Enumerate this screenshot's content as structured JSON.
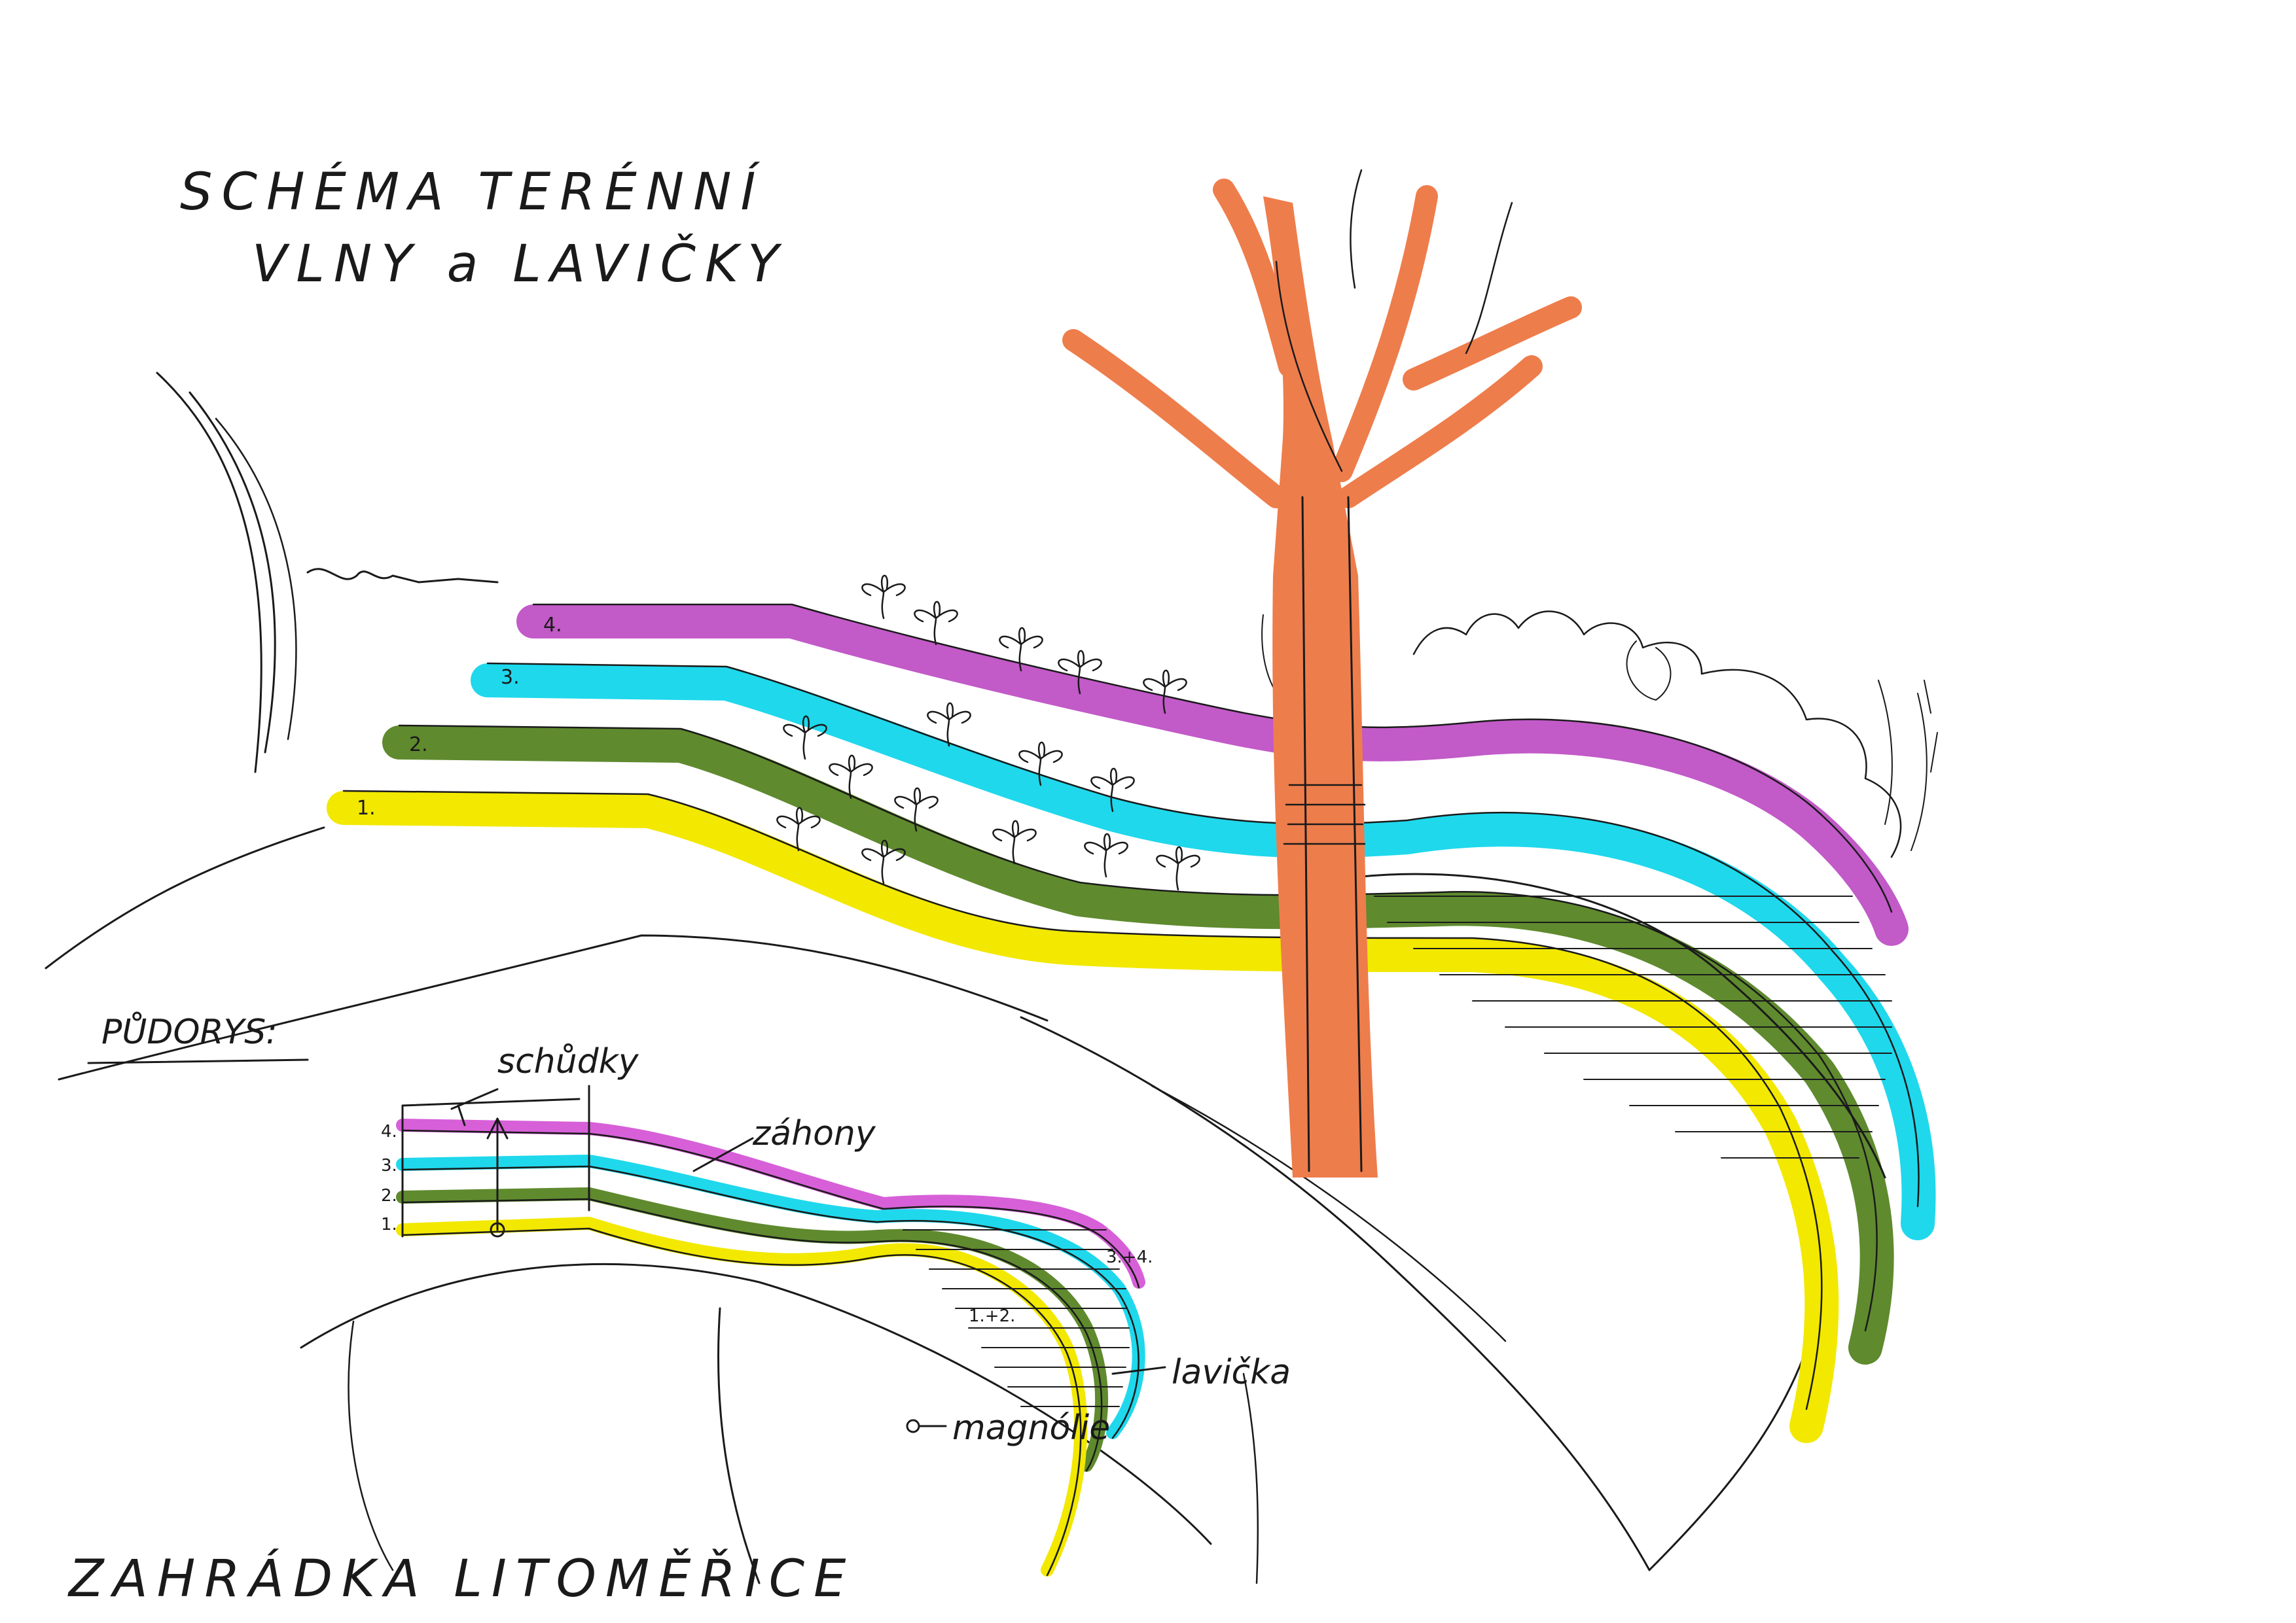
{
  "title": {
    "line1": "SCHÉMA TERÉNNÍ",
    "line2": "VLNY a LAVIČKY"
  },
  "perspective": {
    "layers": [
      {
        "label": "1.",
        "color": "#f2e800"
      },
      {
        "label": "2.",
        "color": "#5f8a2e"
      },
      {
        "label": "3.",
        "color": "#1fd8ec"
      },
      {
        "label": "4.",
        "color": "#c25ac8"
      }
    ],
    "tree_color": "#ee7d4c"
  },
  "plan": {
    "heading": "PŮDORYS:",
    "labels": {
      "steps": "schůdky",
      "flowerbed": "záhony",
      "bench": "lavička",
      "magnolia": "magnólie",
      "upper_levels": "3.+4.",
      "lower_levels": "1.+2."
    },
    "layers": [
      {
        "label": "4.",
        "color": "#d760d8"
      },
      {
        "label": "3.",
        "color": "#1fd8ec"
      },
      {
        "label": "2.",
        "color": "#5f8a2e"
      },
      {
        "label": "1.",
        "color": "#f2e800"
      }
    ]
  },
  "footer": "ZAHRÁDKA LITOMĚŘICE"
}
